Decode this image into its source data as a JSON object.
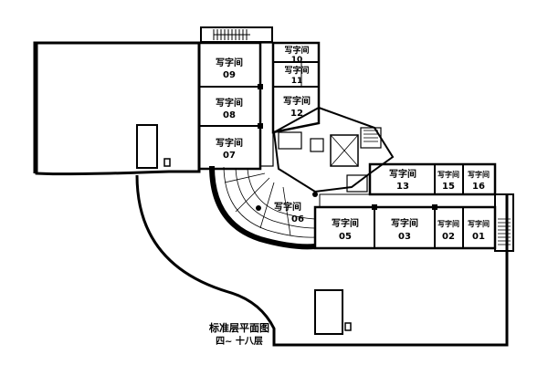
{
  "title": "标准层平面图",
  "subtitle": "四~ 十八层",
  "room_label": "写字间",
  "rooms": [
    {
      "id": "r09",
      "label": "写字间",
      "number": "09"
    },
    {
      "id": "r08",
      "label": "写字间",
      "number": "08"
    },
    {
      "id": "r07",
      "label": "写字间",
      "number": "07"
    },
    {
      "id": "r10",
      "label": "写字间",
      "number": "10"
    },
    {
      "id": "r11",
      "label": "写字间",
      "number": "11"
    },
    {
      "id": "r12",
      "label": "写字间",
      "number": "12"
    },
    {
      "id": "r06",
      "label": "写字间",
      "number": "06"
    },
    {
      "id": "r13",
      "label": "写字间",
      "number": "13"
    },
    {
      "id": "r15",
      "label": "写字间",
      "number": "15"
    },
    {
      "id": "r16",
      "label": "写字间",
      "number": "16"
    },
    {
      "id": "r05",
      "label": "写字间",
      "number": "05"
    },
    {
      "id": "r03",
      "label": "写字间",
      "number": "03"
    },
    {
      "id": "r02",
      "label": "写字间",
      "number": "02"
    },
    {
      "id": "r01",
      "label": "写字间",
      "number": "01"
    }
  ]
}
